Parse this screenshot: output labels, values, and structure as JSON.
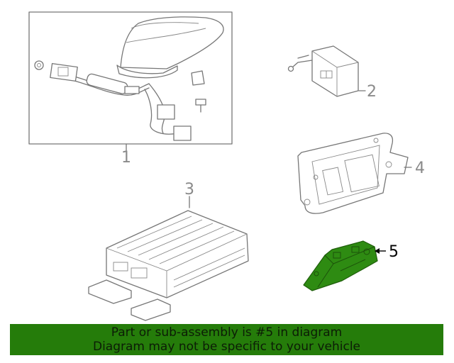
{
  "callouts": {
    "c1": "1",
    "c2": "2",
    "c3": "3",
    "c4": "4",
    "c5": "5"
  },
  "banner": {
    "line1": "Part or sub-assembly is #5 in diagram",
    "line2": "Diagram may not be specific to your vehicle"
  },
  "colors": {
    "highlight_part": "#2e8b12",
    "banner_background": "#257c0a",
    "line_art": "#777777",
    "callout_inactive": "#8a8a8a",
    "callout_active": "#000000"
  }
}
